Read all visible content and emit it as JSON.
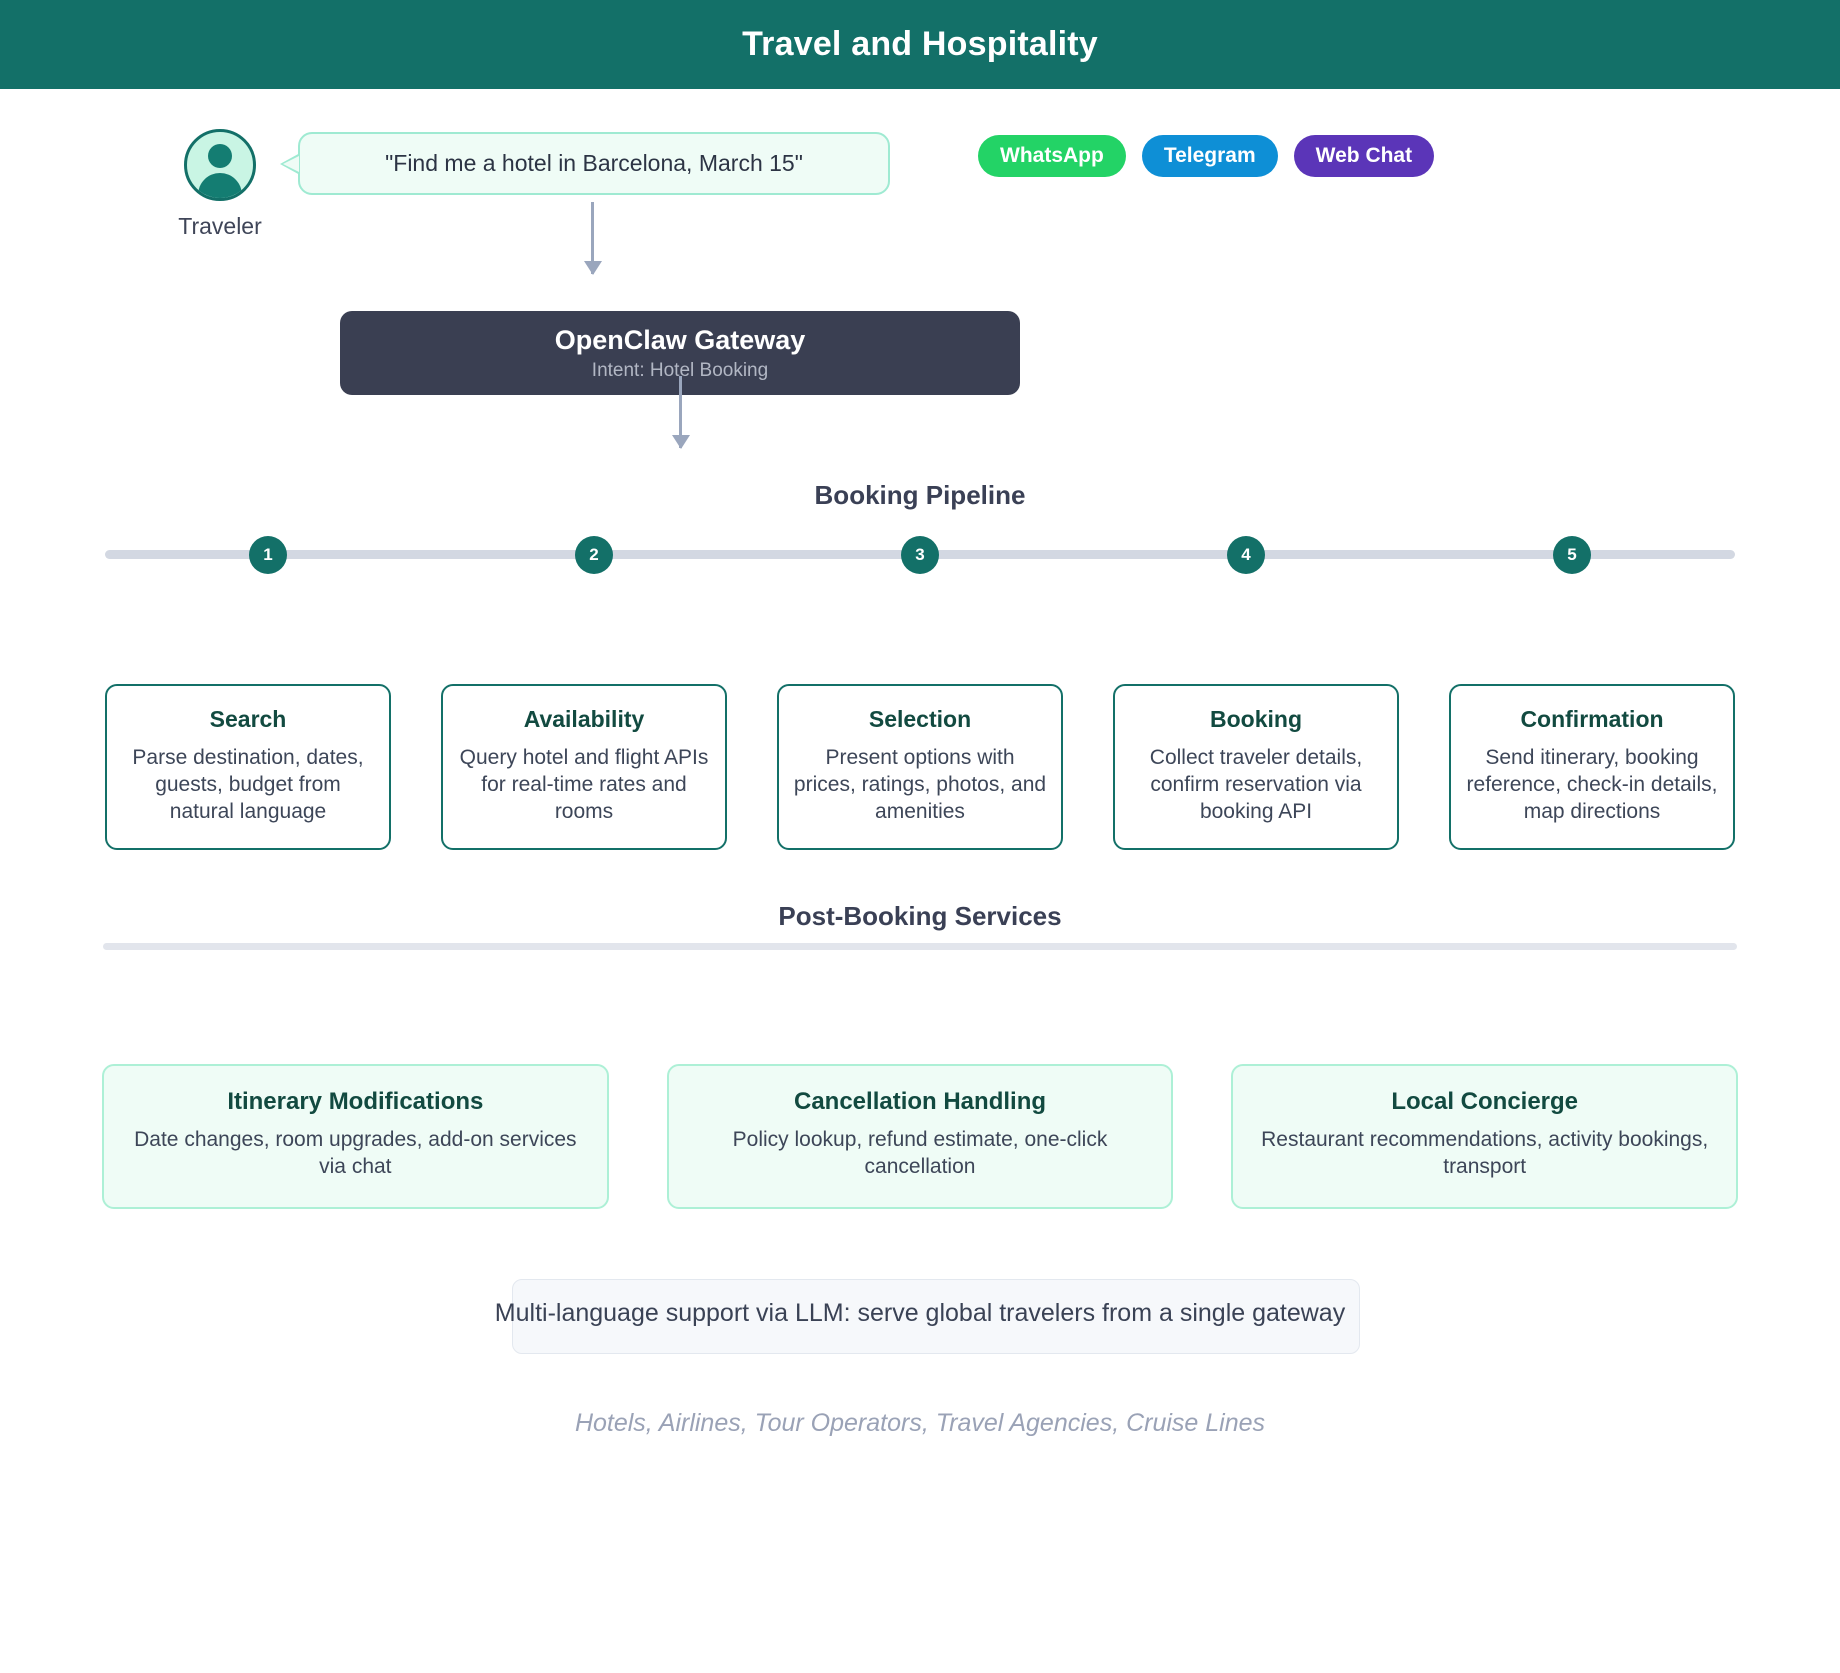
{
  "header": {
    "title": "Travel and Hospitality",
    "background_color": "#137068"
  },
  "traveler": {
    "label": "Traveler",
    "avatar_icon": "user-avatar-icon",
    "message": "\"Find me a hotel in Barcelona, March 15\""
  },
  "channels": [
    {
      "label": "WhatsApp",
      "color": "#23d366"
    },
    {
      "label": "Telegram",
      "color": "#0e8fd6"
    },
    {
      "label": "Web Chat",
      "color": "#5b35b8"
    }
  ],
  "gateway": {
    "title": "OpenClaw Gateway",
    "subtitle": "Intent: Hotel Booking",
    "background_color": "#3a3f52"
  },
  "pipeline": {
    "title": "Booking Pipeline",
    "accent_color": "#137068",
    "steps": [
      {
        "number": "1",
        "title": "Search",
        "description": "Parse destination, dates, guests, budget from natural language"
      },
      {
        "number": "2",
        "title": "Availability",
        "description": "Query hotel and flight APIs for real-time rates and rooms"
      },
      {
        "number": "3",
        "title": "Selection",
        "description": "Present options with prices, ratings, photos, and amenities"
      },
      {
        "number": "4",
        "title": "Booking",
        "description": "Collect traveler details, confirm reservation via booking API"
      },
      {
        "number": "5",
        "title": "Confirmation",
        "description": "Send itinerary, booking reference, check-in details, map directions"
      }
    ]
  },
  "post_booking": {
    "title": "Post-Booking Services",
    "cards": [
      {
        "title": "Itinerary Modifications",
        "description": "Date changes, room upgrades, add-on services via chat"
      },
      {
        "title": "Cancellation Handling",
        "description": "Policy lookup, refund estimate, one-click cancellation"
      },
      {
        "title": "Local Concierge",
        "description": "Restaurant recommendations, activity bookings, transport"
      }
    ]
  },
  "banner": {
    "text": "Multi-language support via LLM: serve global travelers from a single gateway"
  },
  "footer": {
    "caption": "Hotels, Airlines, Tour Operators, Travel Agencies, Cruise Lines"
  }
}
